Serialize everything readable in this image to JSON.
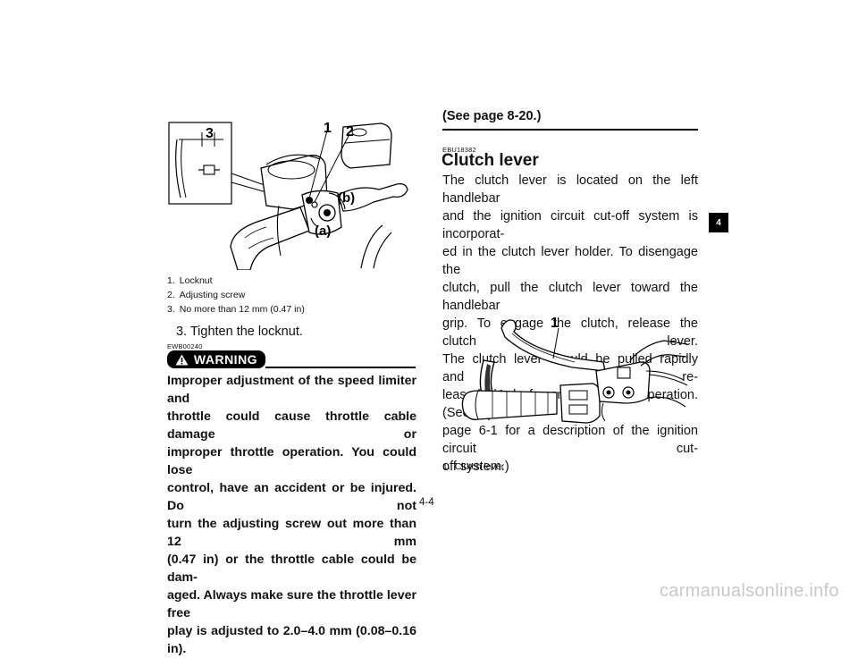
{
  "left_figure": {
    "callouts": [
      "1",
      "2",
      "3",
      "(a)",
      "(b)"
    ],
    "captions": [
      {
        "num": "1.",
        "text": "Locknut"
      },
      {
        "num": "2.",
        "text": "Adjusting screw"
      },
      {
        "num": "3.",
        "text": "No more than 12 mm (0.47 in)"
      }
    ]
  },
  "step": "3.  Tighten the locknut.",
  "warning": {
    "code": "EWB00240",
    "label": "WARNING",
    "lines": [
      "Improper adjustment of the speed limiter and",
      "throttle could cause throttle cable damage or",
      "improper throttle operation. You could lose",
      "control, have an accident or be injured. Do not",
      "turn the adjusting screw out more than 12 mm",
      "(0.47 in) or the throttle cable could be dam-",
      "aged. Always make sure the throttle lever free",
      "play is adjusted to 2.0–4.0 mm (0.08–0.16 in)."
    ]
  },
  "see_page": "(See page 8-20.)",
  "section": {
    "code": "EBU18382",
    "title": "Clutch lever",
    "lines": [
      "The clutch lever is located on the left handlebar",
      "and the ignition circuit cut-off system is incorporat-",
      "ed in the clutch lever holder. To disengage the",
      "clutch, pull the clutch lever toward the handlebar",
      "grip. To engage the clutch, release the clutch lever.",
      "The clutch lever should be pulled rapidly and re-",
      "leased slowly for smooth clutch operation. (See",
      "page 6-1 for a description of the ignition circuit cut-",
      "off system.)"
    ]
  },
  "right_figure": {
    "callout": "1",
    "caption": {
      "num": "1.",
      "text": "Clutch lever"
    }
  },
  "chapter_tab": "4",
  "page_number": "4-4",
  "watermark": "carmanualsonline.info"
}
